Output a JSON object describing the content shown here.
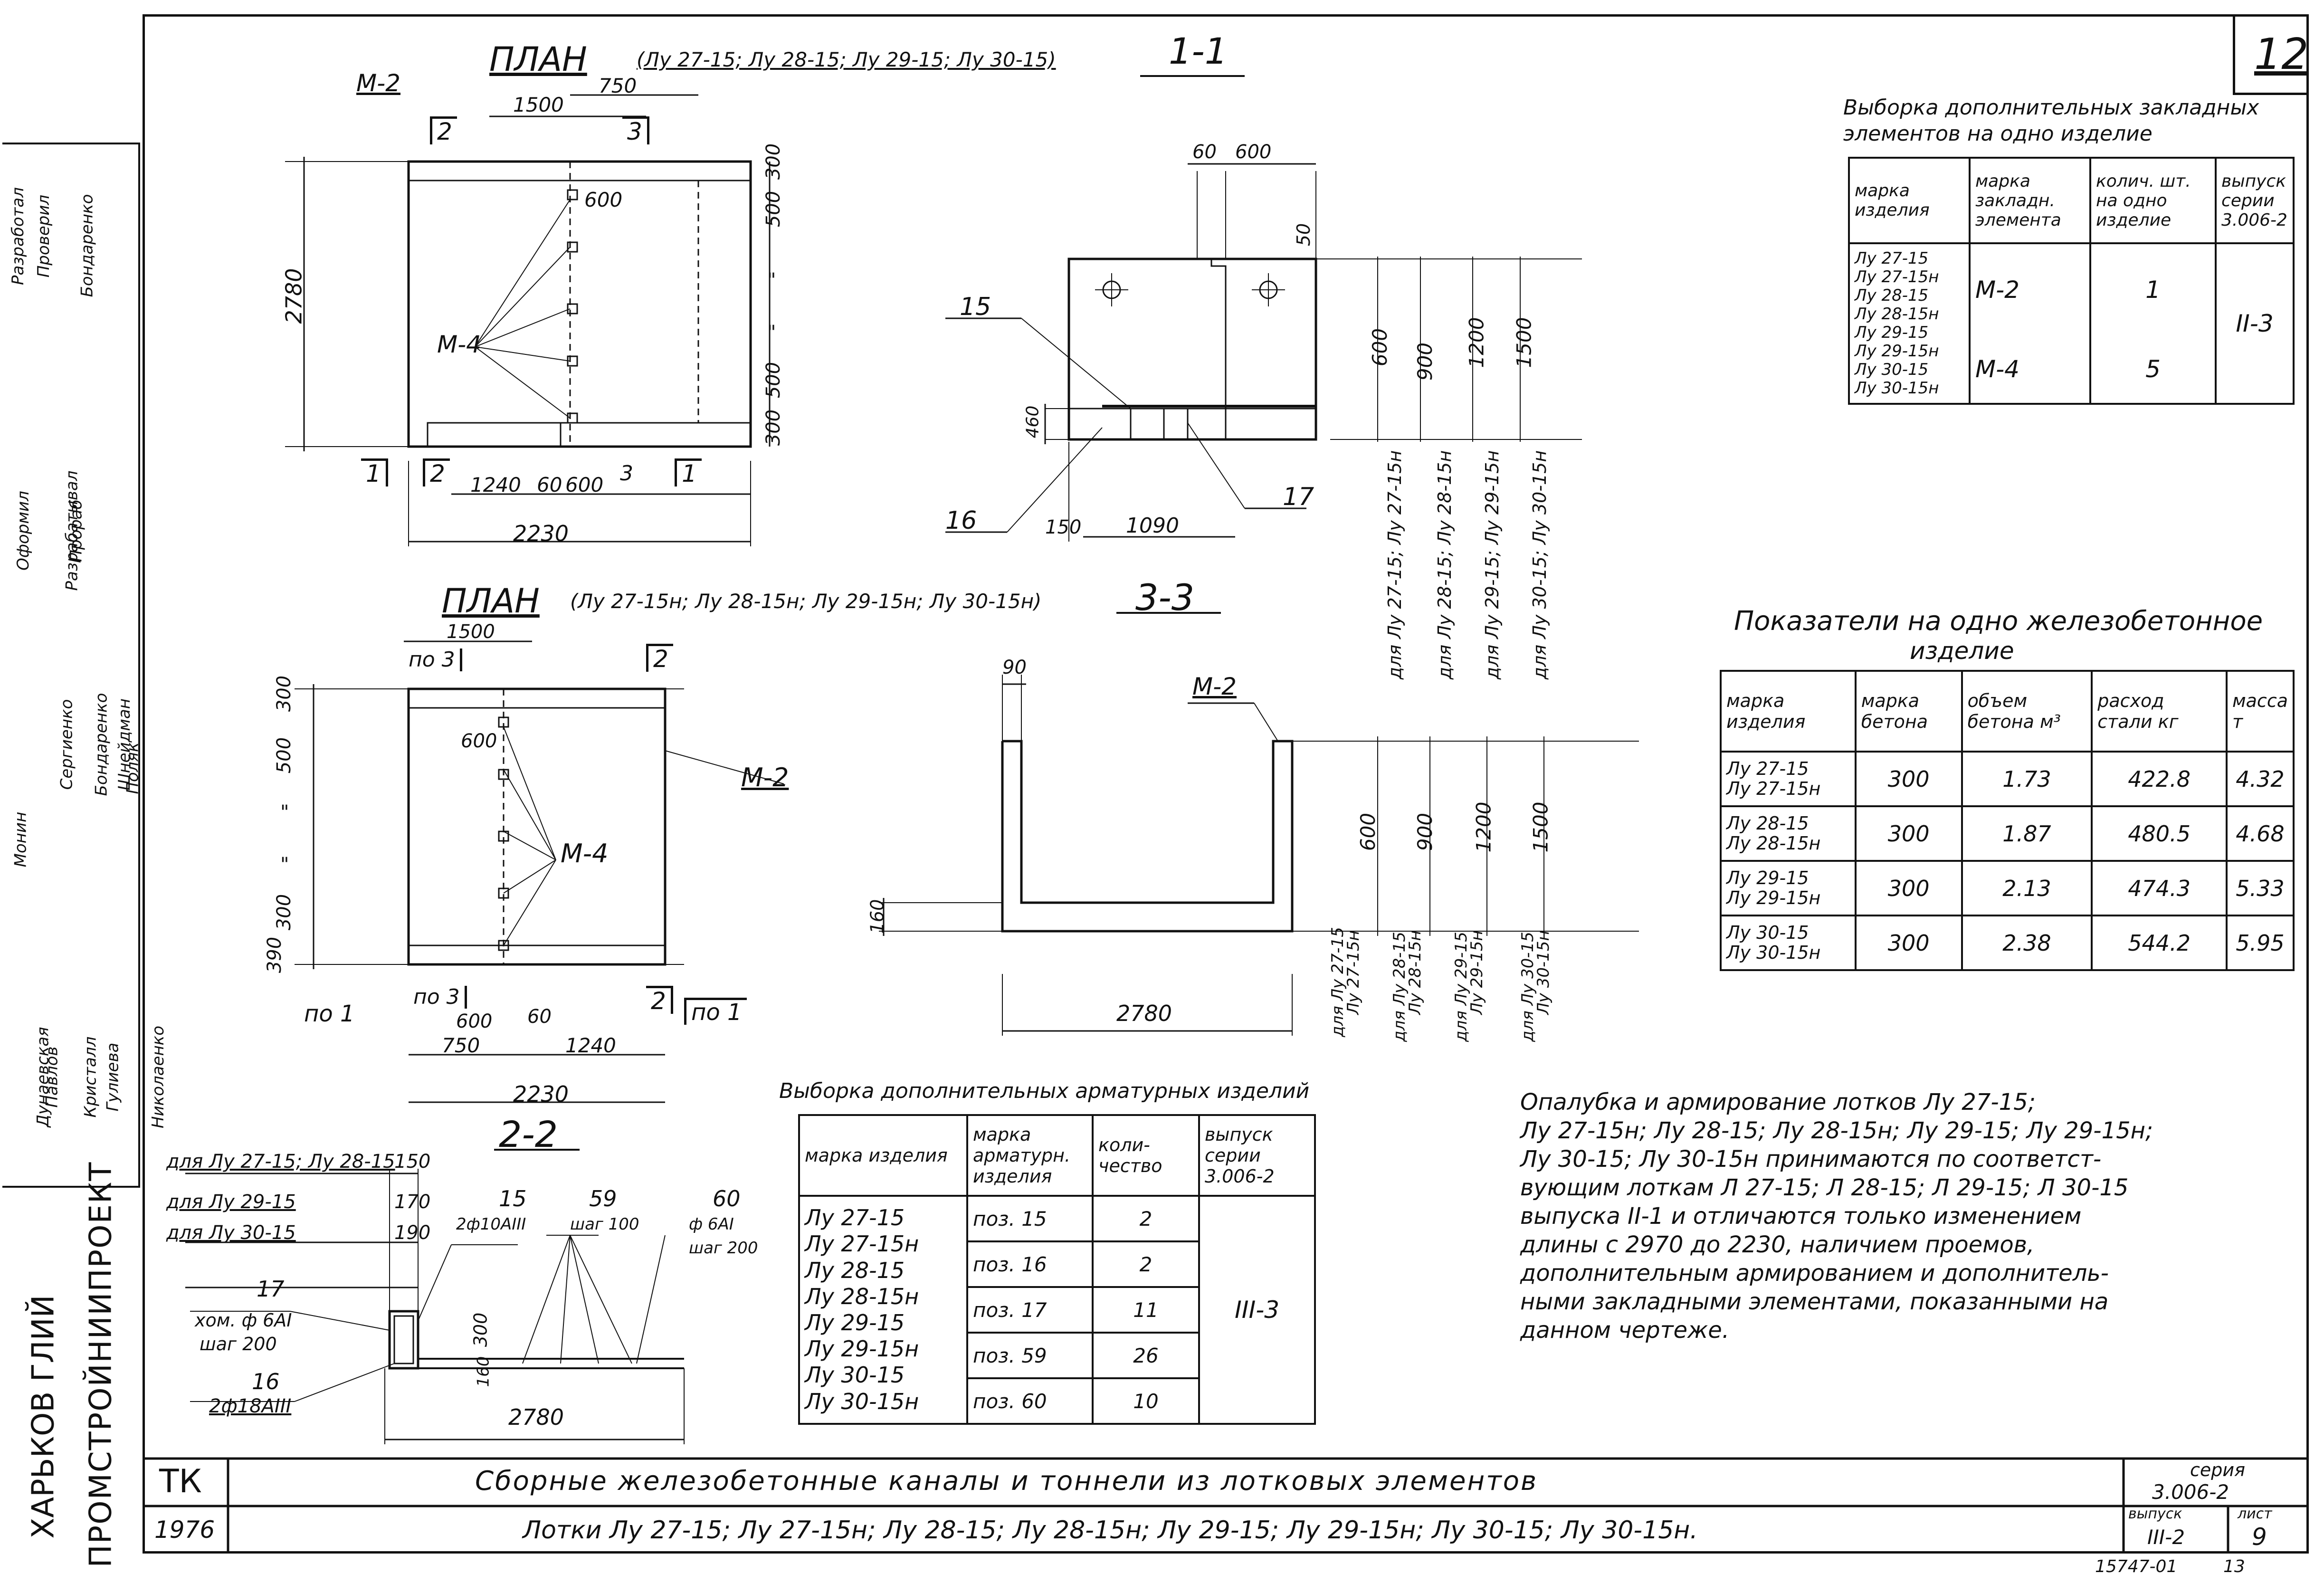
{
  "sheet_number": "12",
  "left_strip": {
    "org_1": "ХАРЬКОВ ГЛИЙ",
    "org_2": "ПРОМСТРОЙНИИПРОЕКТ",
    "names": [
      "Разработал",
      "Проверил",
      "Бондаренко",
      "Оформил",
      "Разрабатывал",
      "Прораб",
      "Монин",
      "Сергиенко",
      "Бондаренко",
      "Шнейдман",
      "Поляк",
      "Дунаевская",
      "Павлов",
      "Кристалл",
      "Гулиева",
      "Николаенко"
    ]
  },
  "plan1": {
    "title": "ПЛАН",
    "subtitle": "(Лу 27-15; Лу 28-15; Лу 29-15; Лу 30-15)",
    "m2": "М-2",
    "m4": "М-4",
    "dims": {
      "d1500": "1500",
      "d750": "750",
      "d600": "600",
      "d2780": "2780",
      "d300a": "300",
      "d500a": "500",
      "q1": "\"",
      "q2": "\"",
      "d500b": "500",
      "d300b": "300",
      "d1240": "1240",
      "d60": "60",
      "d600b": "600",
      "d2230": "2230"
    },
    "cuts": {
      "c2t": "2",
      "c3t": "3",
      "c1l": "1",
      "c2b": "2",
      "c3b": "3",
      "c1r": "1"
    }
  },
  "plan2": {
    "title": "ПЛАН",
    "subtitle": "(Лу 27-15н; Лу 28-15н; Лу 29-15н; Лу 30-15н)",
    "m2": "М-2",
    "m4": "М-4",
    "dims": {
      "d1500": "1500",
      "d600": "600",
      "d300a": "300",
      "d500a": "500",
      "q1": "\"",
      "q2": "\"",
      "d300b": "300",
      "d390": "390",
      "d600b": "600",
      "d60": "60",
      "d750": "750",
      "d1240": "1240",
      "d2230": "2230"
    },
    "cuts": {
      "po3t": "по 3",
      "c2t": "2",
      "po1l": "по 1",
      "po3b": "по 3",
      "c2b": "2",
      "po1r": "по 1"
    }
  },
  "sec11": {
    "title": "1-1",
    "dims": {
      "d60": "60",
      "d600": "600",
      "d50": "50",
      "d460": "460",
      "d150": "150",
      "d1090": "1090"
    },
    "callouts": {
      "p15": "15",
      "p16": "16",
      "p17": "17"
    },
    "heights": [
      {
        "h": "600",
        "lbl": "для Лу 27-15; Лу 27-15н"
      },
      {
        "h": "900",
        "lbl": "для Лу 28-15; Лу 28-15н"
      },
      {
        "h": "1200",
        "lbl": "для Лу 29-15; Лу 29-15н"
      },
      {
        "h": "1500",
        "lbl": "для Лу 30-15; Лу 30-15н"
      }
    ]
  },
  "sec33": {
    "title": "3-3",
    "dims": {
      "d90": "90",
      "d160": "160",
      "d2780": "2780"
    },
    "m2": "М-2",
    "heights": [
      {
        "h": "600",
        "l1": "для Лу 27-15",
        "l2": "Лу 27-15н"
      },
      {
        "h": "900",
        "l1": "для Лу 28-15",
        "l2": "Лу 28-15н"
      },
      {
        "h": "1200",
        "l1": "для Лу 29-15",
        "l2": "Лу 29-15н"
      },
      {
        "h": "1500",
        "l1": "для Лу 30-15",
        "l2": "Лу 30-15н"
      }
    ]
  },
  "sec22": {
    "title": "2-2",
    "rows": [
      {
        "lbl": "для Лу 27-15; Лу 28-15",
        "val": "150"
      },
      {
        "lbl": "для Лу 29-15",
        "val": "170"
      },
      {
        "lbl": "для Лу 30-15",
        "val": "190"
      }
    ],
    "callouts": {
      "p15": "15",
      "p15b": "2ф10АIII",
      "p59": "59",
      "p59b": "шаг 100",
      "p60": "60",
      "p60b": "ф 6АI",
      "p60c": "шаг 200",
      "p17": "17",
      "p17b": "хом. ф 6АI",
      "p17c": "шаг 200",
      "p16": "16",
      "p16b": "2ф18АIII"
    },
    "dims": {
      "d300": "300",
      "d160": "160",
      "d2780": "2780"
    }
  },
  "table_embedded": {
    "title_1": "Выборка дополнительных закладных",
    "title_2": "элементов на одно изделие",
    "headers": [
      "марка изделия",
      "марка закладн. элемента",
      "колич. шт. на одно изделие",
      "выпуск серии 3.006-2"
    ],
    "products": [
      "Лу 27-15",
      "Лу 27-15н",
      "Лу 28-15",
      "Лу 28-15н",
      "Лу 29-15",
      "Лу 29-15н",
      "Лу 30-15",
      "Лу 30-15н"
    ],
    "rows": [
      {
        "mark": "М-2",
        "qty": "1"
      },
      {
        "mark": "М-4",
        "qty": "5"
      }
    ],
    "issue": "II-3"
  },
  "table_indicators": {
    "title_1": "Показатели на одно железобетонное",
    "title_2": "изделие",
    "headers": [
      "марка изделия",
      "марка бетона",
      "объем бетона м³",
      "расход стали кг",
      "масса т"
    ],
    "rows": [
      {
        "p1": "Лу 27-15",
        "p2": "Лу 27-15н",
        "grade": "300",
        "vol": "1.73",
        "steel": "422.8",
        "mass": "4.32"
      },
      {
        "p1": "Лу 28-15",
        "p2": "Лу 28-15н",
        "grade": "300",
        "vol": "1.87",
        "steel": "480.5",
        "mass": "4.68"
      },
      {
        "p1": "Лу 29-15",
        "p2": "Лу 29-15н",
        "grade": "300",
        "vol": "2.13",
        "steel": "474.3",
        "mass": "5.33"
      },
      {
        "p1": "Лу 30-15",
        "p2": "Лу 30-15н",
        "grade": "300",
        "vol": "2.38",
        "steel": "544.2",
        "mass": "5.95"
      }
    ]
  },
  "table_rebar": {
    "title": "Выборка дополнительных арматурных изделий",
    "headers": [
      "марка изделия",
      "марка арматурн. изделия",
      "коли- чество",
      "выпуск серии 3.006-2"
    ],
    "products": [
      "Лу 27-15",
      "Лу 27-15н",
      "Лу 28-15",
      "Лу 28-15н",
      "Лу 29-15",
      "Лу 29-15н",
      "Лу 30-15",
      "Лу 30-15н"
    ],
    "rows": [
      {
        "mark": "поз. 15",
        "qty": "2"
      },
      {
        "mark": "поз. 16",
        "qty": "2"
      },
      {
        "mark": "поз. 17",
        "qty": "11"
      },
      {
        "mark": "поз. 59",
        "qty": "26"
      },
      {
        "mark": "поз. 60",
        "qty": "10"
      }
    ],
    "issue": "III-3"
  },
  "note_lines": [
    "Опалубка и армирование лотков Лу 27-15;",
    "Лу 27-15н; Лу 28-15; Лу 28-15н; Лу 29-15; Лу 29-15н;",
    "Лу 30-15; Лу 30-15н принимаются по соответст-",
    "вующим лоткам Л 27-15; Л 28-15; Л 29-15; Л 30-15",
    "выпуска II-1 и отличаются только изменением",
    "длины с 2970 до 2230, наличием проемов,",
    "дополнительным армированием и дополнитель-",
    "ными закладными элементами, показанными на",
    "данном чертеже."
  ],
  "stamp": {
    "code": "ТК",
    "year": "1976",
    "title": "Сборные железобетонные каналы и тоннели из лотковых элементов",
    "subtitle": "Лотки Лу 27-15; Лу 27-15н; Лу 28-15; Лу 28-15н; Лу 29-15; Лу 29-15н; Лу 30-15; Лу 30-15н.",
    "series_lbl": "серия",
    "series": "3.006-2",
    "issue_lbl": "выпуск",
    "issue": "III-2",
    "sheet_lbl": "лист",
    "sheet": "9"
  },
  "footer": {
    "inv": "15747-01",
    "page": "13"
  }
}
